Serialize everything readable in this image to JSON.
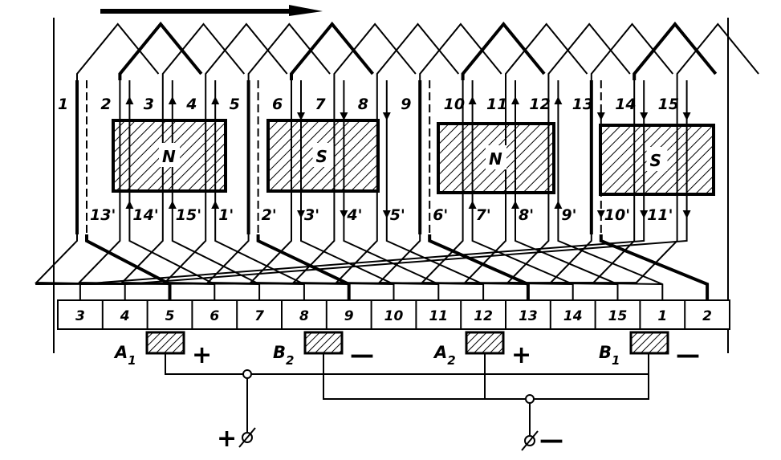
{
  "slots": [
    {
      "top": "1",
      "bottom": "13'"
    },
    {
      "top": "2",
      "bottom": "14'"
    },
    {
      "top": "3",
      "bottom": "15'"
    },
    {
      "top": "4",
      "bottom": "1'"
    },
    {
      "top": "5",
      "bottom": "2'"
    },
    {
      "top": "6",
      "bottom": "3'"
    },
    {
      "top": "7",
      "bottom": "4'"
    },
    {
      "top": "8",
      "bottom": "5'"
    },
    {
      "top": "9",
      "bottom": "6'"
    },
    {
      "top": "10",
      "bottom": "7'"
    },
    {
      "top": "11",
      "bottom": "8'"
    },
    {
      "top": "12",
      "bottom": "9'"
    },
    {
      "top": "13",
      "bottom": "10'"
    },
    {
      "top": "14",
      "bottom": "11'"
    },
    {
      "top": "15",
      "bottom": ""
    }
  ],
  "poles": [
    {
      "name": "N"
    },
    {
      "name": "S"
    },
    {
      "name": "N"
    },
    {
      "name": "S"
    }
  ],
  "segments": [
    "3",
    "4",
    "5",
    "6",
    "7",
    "8",
    "9",
    "10",
    "11",
    "12",
    "13",
    "14",
    "15",
    "1",
    "2"
  ],
  "brushes": [
    {
      "label_main": "A",
      "label_sub": "1",
      "polarity": "+"
    },
    {
      "label_main": "B",
      "label_sub": "2",
      "polarity": "—"
    },
    {
      "label_main": "A",
      "label_sub": "2",
      "polarity": "+"
    },
    {
      "label_main": "B",
      "label_sub": "1",
      "polarity": "—"
    }
  ],
  "terminals": {
    "positive": "+",
    "negative": "—"
  }
}
